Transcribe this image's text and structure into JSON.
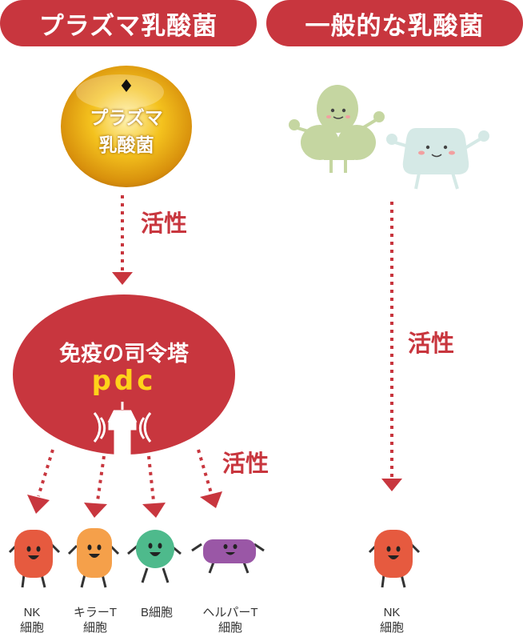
{
  "tabs": {
    "plasma": "プラズマ乳酸菌",
    "general": "一般的な乳酸菌"
  },
  "badge": {
    "diamond": "♦",
    "line1": "プラズマ",
    "line2": "乳酸菌"
  },
  "activation": {
    "label_top": "活性",
    "label_pdc": "活性",
    "label_right": "活性"
  },
  "pdc": {
    "title": "免疫の司令塔",
    "name": "pdc"
  },
  "cells_left": [
    {
      "line1": "NK",
      "line2": "細胞",
      "color": "#e65a3f"
    },
    {
      "line1": "キラーT",
      "line2": "細胞",
      "color": "#f5a04a"
    },
    {
      "line1": "B細胞",
      "line2": "",
      "color": "#4eba8c"
    },
    {
      "line1": "ヘルパーT",
      "line2": "細胞",
      "color": "#9a57a6"
    }
  ],
  "cell_right": {
    "line1": "NK",
    "line2": "細胞",
    "color": "#e65a3f"
  },
  "colors": {
    "brand_red": "#c8363e",
    "pdc_yellow": "#ffd21a",
    "badge_gold": "#f0b21a",
    "bacteria_green": "#c5d6a1",
    "bacteria_teal": "#d5e9e6"
  }
}
